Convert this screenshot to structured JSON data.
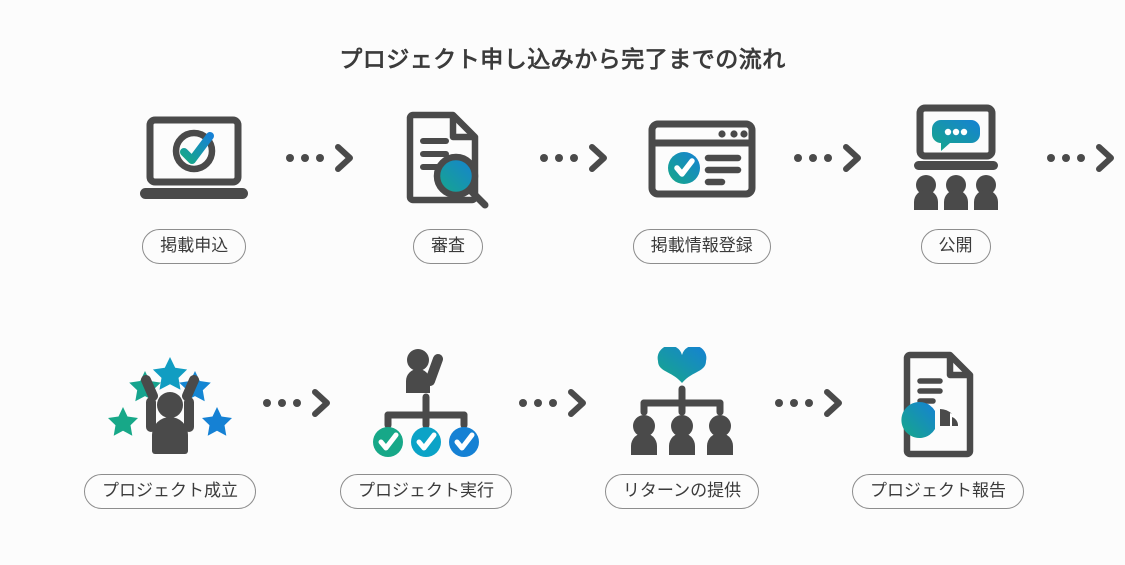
{
  "title": "プロジェクト申し込みから完了までの流れ",
  "colors": {
    "background": "#fcfcfc",
    "text_dark": "#3b3b3b",
    "icon_gray": "#4a4a4a",
    "pill_border": "#8d8d8d",
    "accent_green": "#17a888",
    "accent_teal": "#0ba3c7",
    "accent_blue": "#1581d4"
  },
  "arrow": {
    "name": "dotted-chevron-arrow",
    "dots": 3
  },
  "rows": [
    {
      "name": "flow-row-1",
      "steps": [
        {
          "label": "掲載申込",
          "icon": "laptop-check-icon"
        },
        {
          "label": "審査",
          "icon": "document-magnifier-icon"
        },
        {
          "label": "掲載情報登録",
          "icon": "browser-window-check-icon"
        },
        {
          "label": "公開",
          "icon": "laptop-speech-audience-icon"
        }
      ],
      "trailing_arrow": true
    },
    {
      "name": "flow-row-2",
      "steps": [
        {
          "label": "プロジェクト成立",
          "icon": "cheering-person-stars-icon"
        },
        {
          "label": "プロジェクト実行",
          "icon": "person-tasks-checks-icon"
        },
        {
          "label": "リターンの提供",
          "icon": "heart-people-group-icon"
        },
        {
          "label": "プロジェクト報告",
          "icon": "document-piechart-icon"
        }
      ],
      "trailing_arrow": false
    }
  ]
}
